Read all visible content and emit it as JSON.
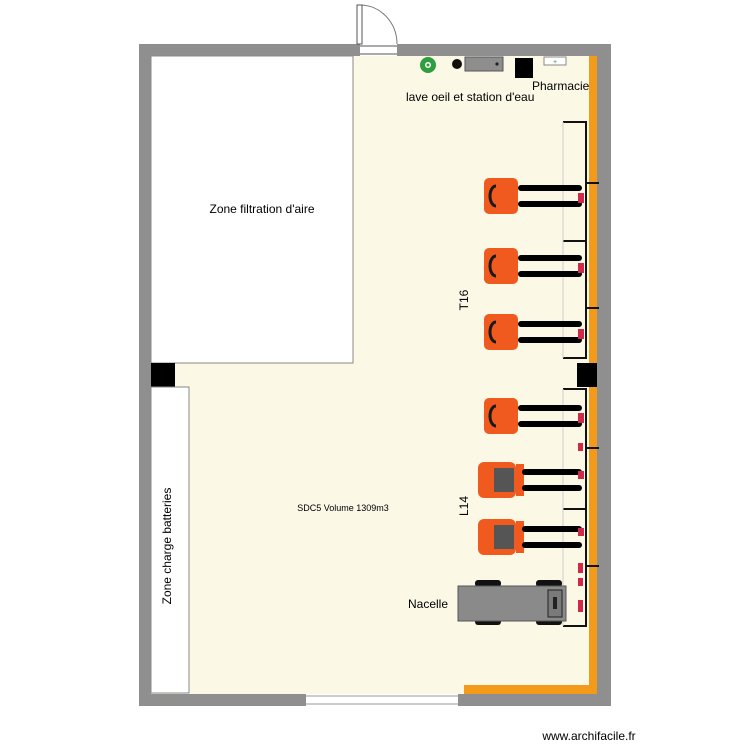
{
  "plan": {
    "colors": {
      "wall": "#8f8f8f",
      "floor": "#fbf8e6",
      "orange": "#f39a1a",
      "forklift": "#f05a1e",
      "fork": "#000000",
      "room_fill": "#ffffff",
      "nacelle": "#8a8a8a"
    },
    "labels": {
      "air_zone": "Zone filtration d'aire",
      "battery_zone": "Zone charge batteries",
      "main_room": "SDC5 Volume 1309m3",
      "eyewash": "lave oeil et station d'eau",
      "pharmacy": "Pharmacie",
      "rack_t16": "T16",
      "rack_l14": "L14",
      "nacelle": "Nacelle"
    },
    "watermark": "www.archifacile.fr"
  }
}
